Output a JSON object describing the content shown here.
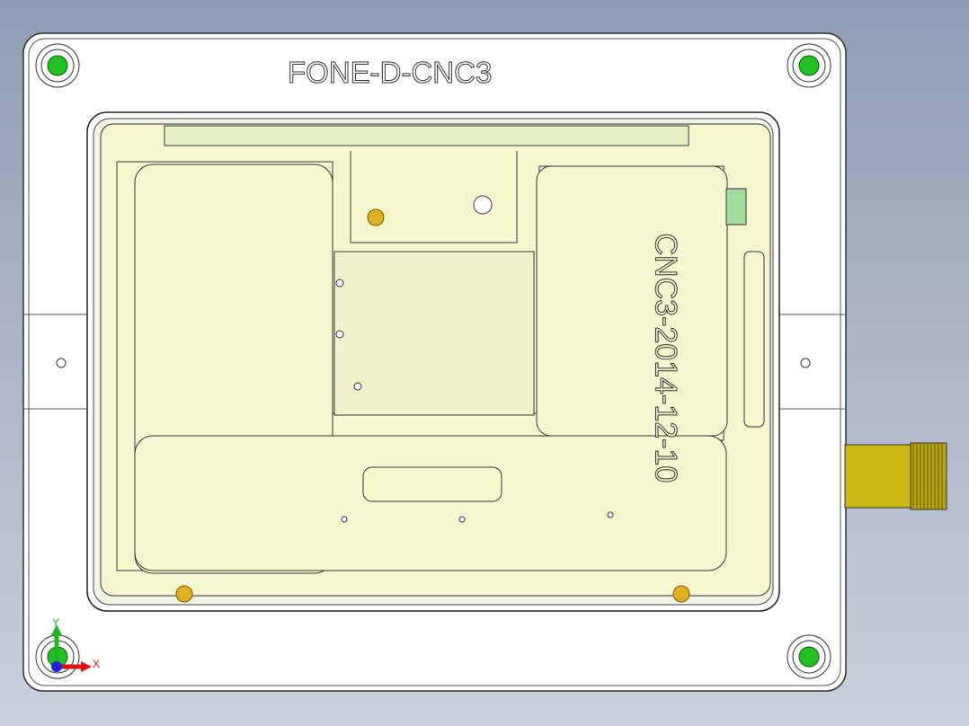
{
  "plate_label": "FONE-D-CNC3",
  "part_engraving": "CNC3-2014-12-10",
  "axes": {
    "x": "X",
    "y": "Y"
  },
  "colors": {
    "background_top": "#8e9db4",
    "plate": "#ffffff",
    "part": "#f7f7cf",
    "screw": "#22c022",
    "pin": "#e0b020",
    "fitting": "#d4c21a"
  }
}
